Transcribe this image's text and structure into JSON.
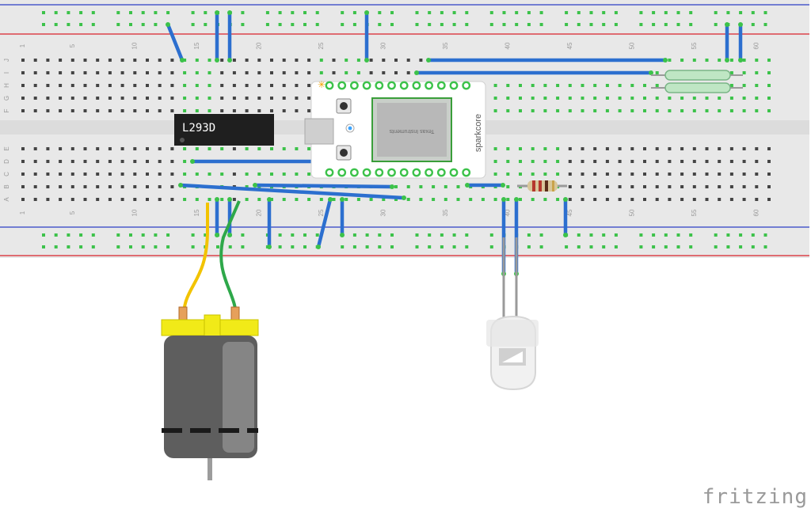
{
  "breadboard": {
    "column_numbers_top": [
      "1",
      "5",
      "10",
      "15",
      "20",
      "25",
      "30",
      "35",
      "40",
      "45",
      "50",
      "55",
      "60"
    ],
    "column_numbers_bottom": [
      "1",
      "5",
      "10",
      "15",
      "20",
      "25",
      "30",
      "35",
      "40",
      "45",
      "50",
      "55",
      "60"
    ],
    "row_letters_top": [
      "J",
      "I",
      "H",
      "G",
      "F"
    ],
    "row_letters_bottom": [
      "E",
      "D",
      "C",
      "B",
      "A"
    ]
  },
  "components": {
    "driver_chip": {
      "label": "L293D"
    },
    "microcontroller": {
      "brand": "sparkcore",
      "chip_text": "Texas Instruments"
    },
    "motor": {
      "name": "DC motor"
    },
    "led": {
      "name": "LED"
    },
    "resistor": {
      "name": "resistor"
    },
    "reed_switch": {
      "name": "reed switch"
    }
  },
  "colors": {
    "board": "#e8e8e8",
    "red_rail": "#d9232b",
    "blue_rail": "#2c3ec4",
    "jumper_wire": "#2c6fcf",
    "connected_hole": "#3cc24a",
    "motor_wire_yellow": "#f2c300",
    "motor_wire_green": "#2ea84a"
  },
  "watermark": "fritzing"
}
